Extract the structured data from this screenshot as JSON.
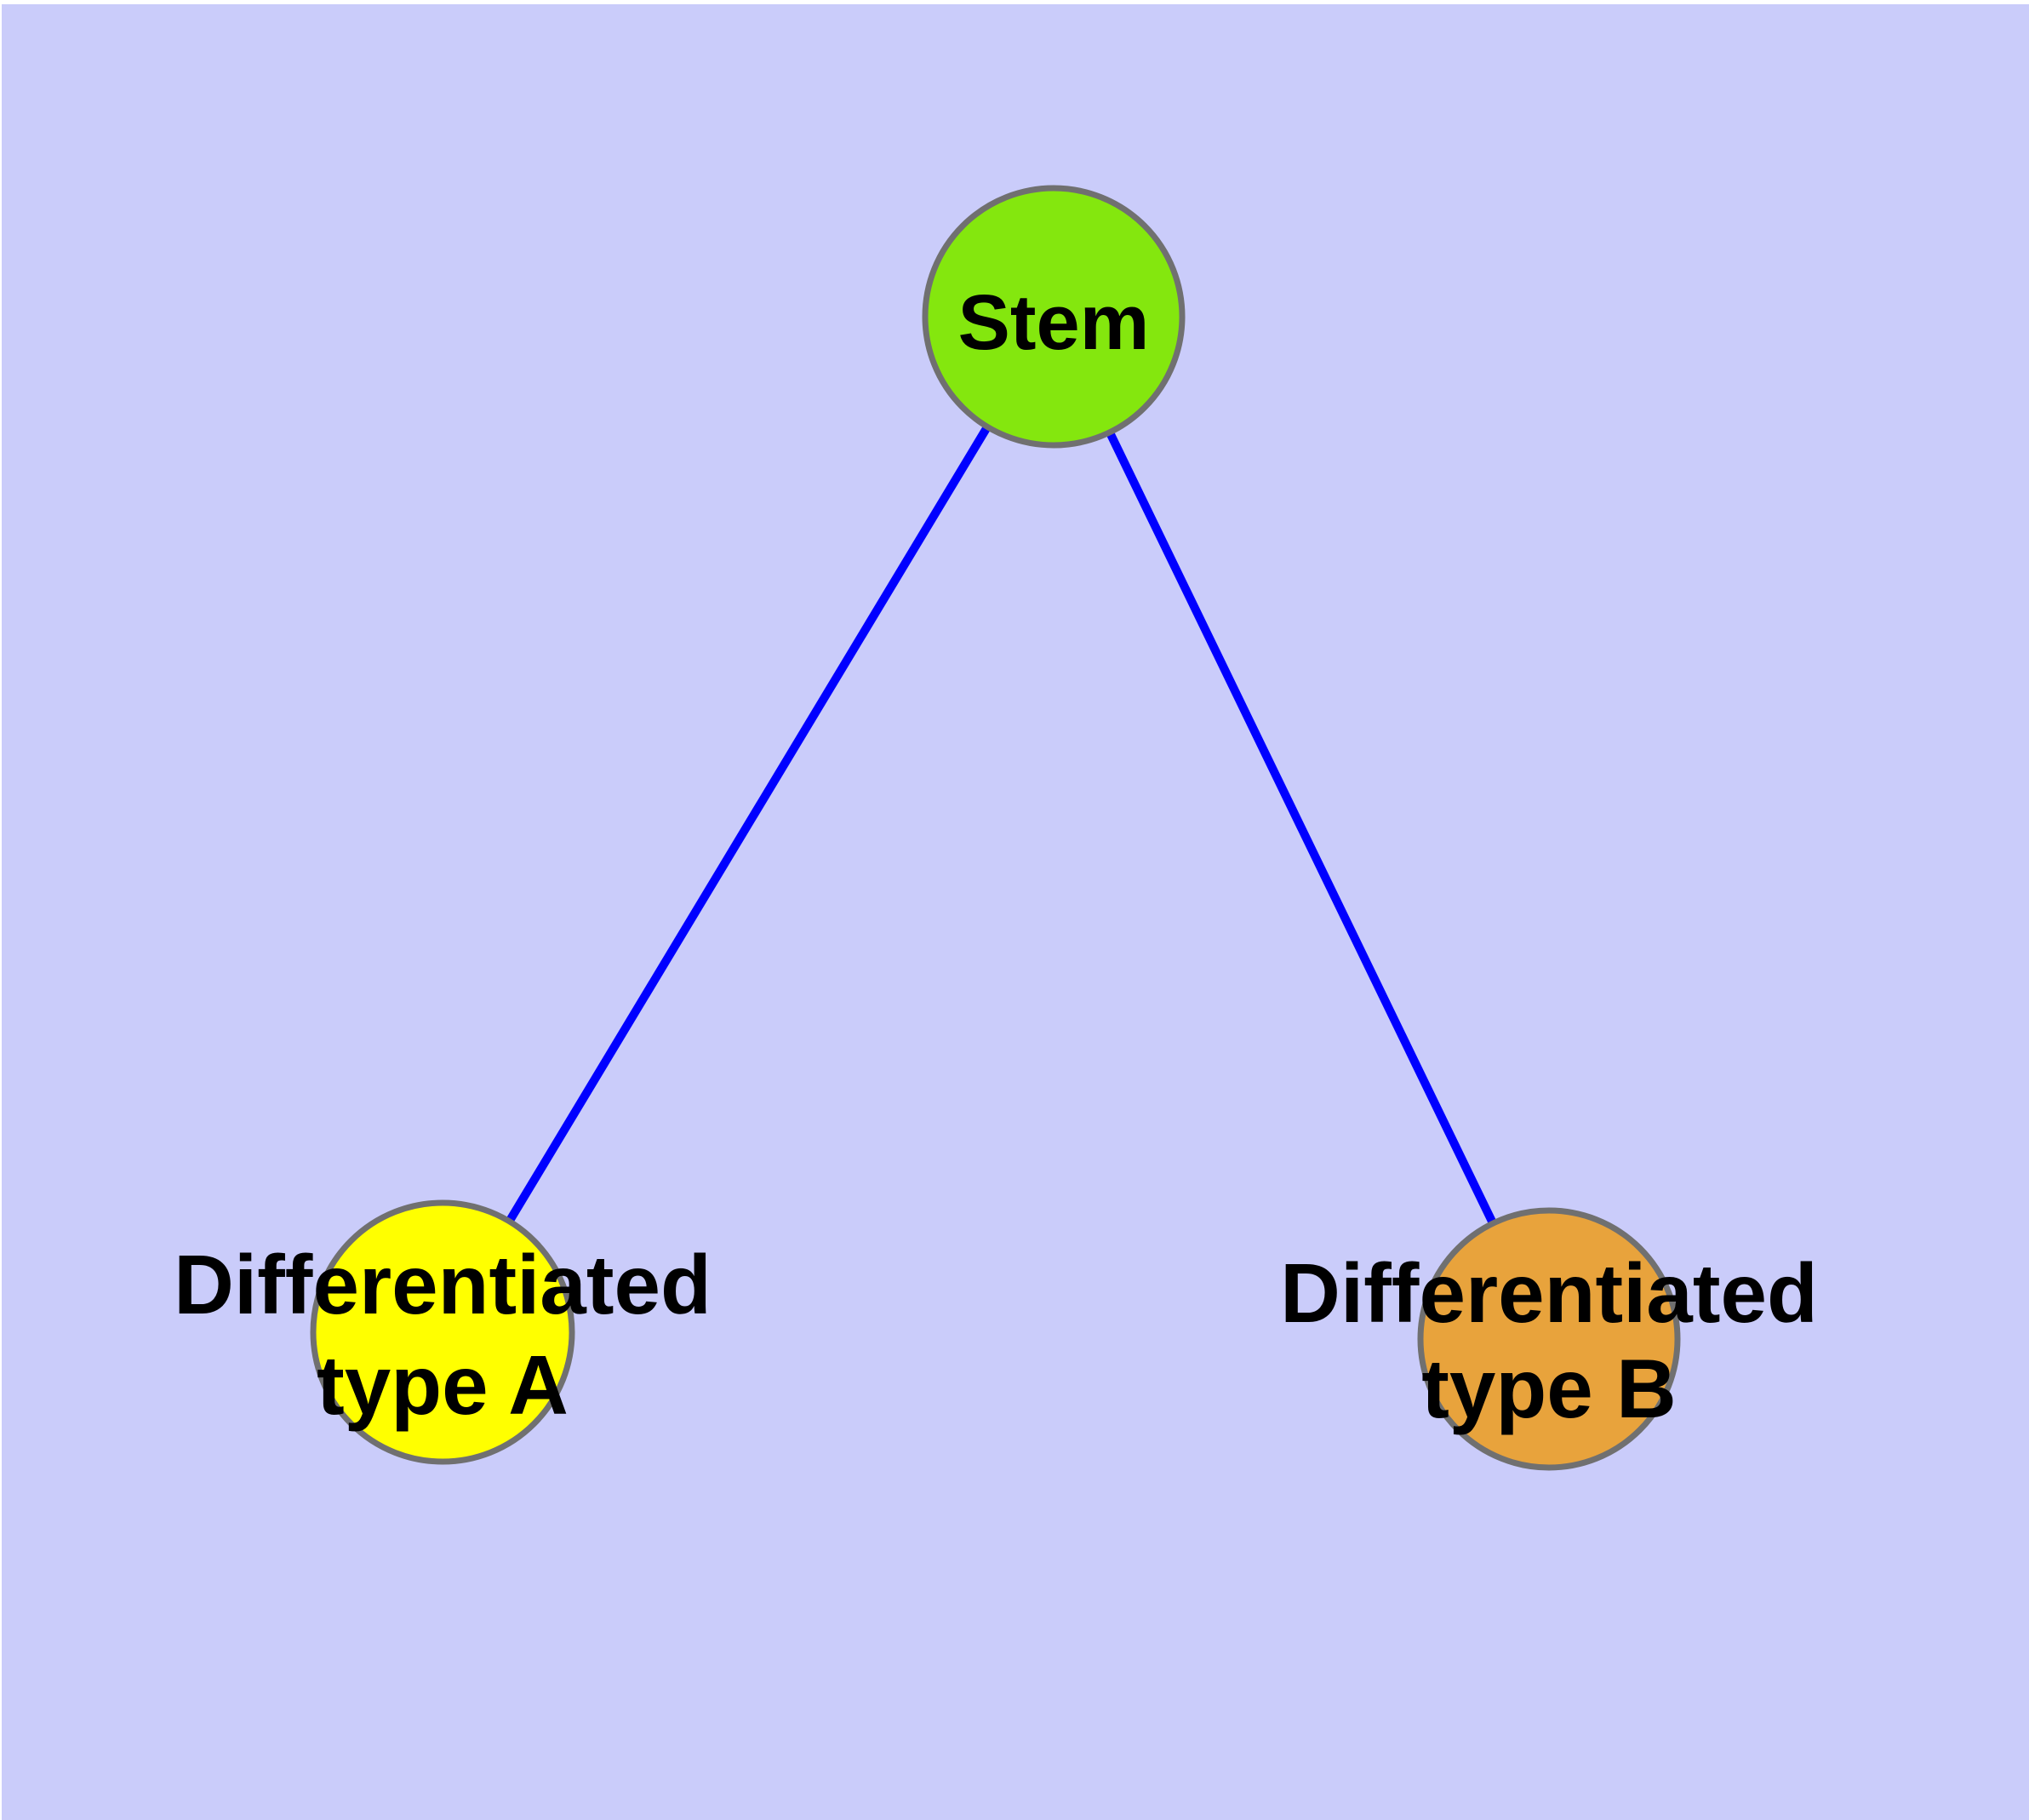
{
  "diagram": {
    "background_color": "#CACCFA",
    "page_border_color": "#FFFFFF",
    "edge_color": "#0000FF",
    "node_border_color": "#707070",
    "text_color": "#000000",
    "nodes": [
      {
        "id": "stem",
        "label": "Stem",
        "fill": "#84E70E"
      },
      {
        "id": "differentiated-type-a",
        "label": "Differentiated type A",
        "label_line1": "Differentiated",
        "label_line2": "type A",
        "fill": "#FFFF00"
      },
      {
        "id": "differentiated-type-b",
        "label": "Differentiated type B",
        "label_line1": "Differentiated",
        "label_line2": "type B",
        "fill": "#E8A33C"
      }
    ],
    "edges": [
      {
        "from": "Stem",
        "to": "Differentiated type A"
      },
      {
        "from": "Stem",
        "to": "Differentiated type B"
      }
    ]
  }
}
